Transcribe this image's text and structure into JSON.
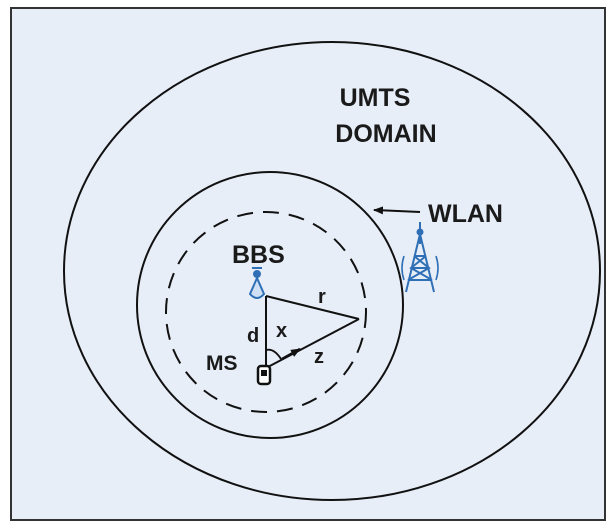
{
  "colors": {
    "background": "#e8eef8",
    "frame": "#333333",
    "line": "#111111",
    "antenna": "#2f6fb5"
  },
  "labels": {
    "umts_line1": "UMTS",
    "umts_line2": "DOMAIN",
    "wlan": "WLAN",
    "bbs": "BBS",
    "ms": "MS",
    "d": "d",
    "x": "x",
    "r": "r",
    "z": "z"
  },
  "icons": {
    "bbs_antenna": "antenna-icon",
    "wlan_tower": "tower-icon",
    "mobile_station": "mobile-phone-icon"
  }
}
